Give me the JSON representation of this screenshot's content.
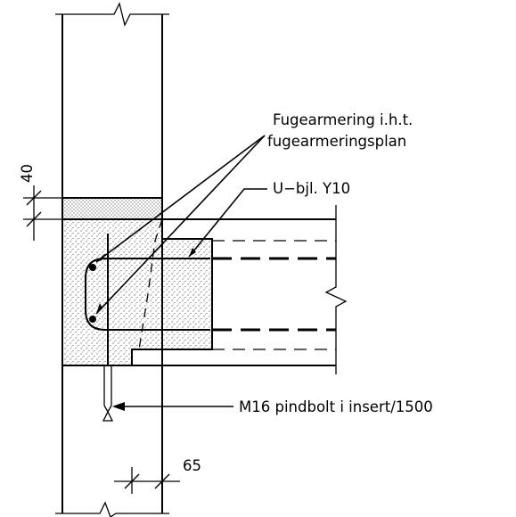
{
  "labels": {
    "joint_reinforcement_line1": "Fugearmering i.h.t.",
    "joint_reinforcement_line2": "fugearmeringsplan",
    "u_stirrup": "U−bjl. Y10",
    "dowel_bolt": "M16 pindbolt i insert/1500",
    "dim_joint_thickness": "40",
    "dim_wall_offset": "65"
  },
  "colors": {
    "line": "#000000",
    "grout_stipple": "#000000",
    "background": "#ffffff"
  }
}
